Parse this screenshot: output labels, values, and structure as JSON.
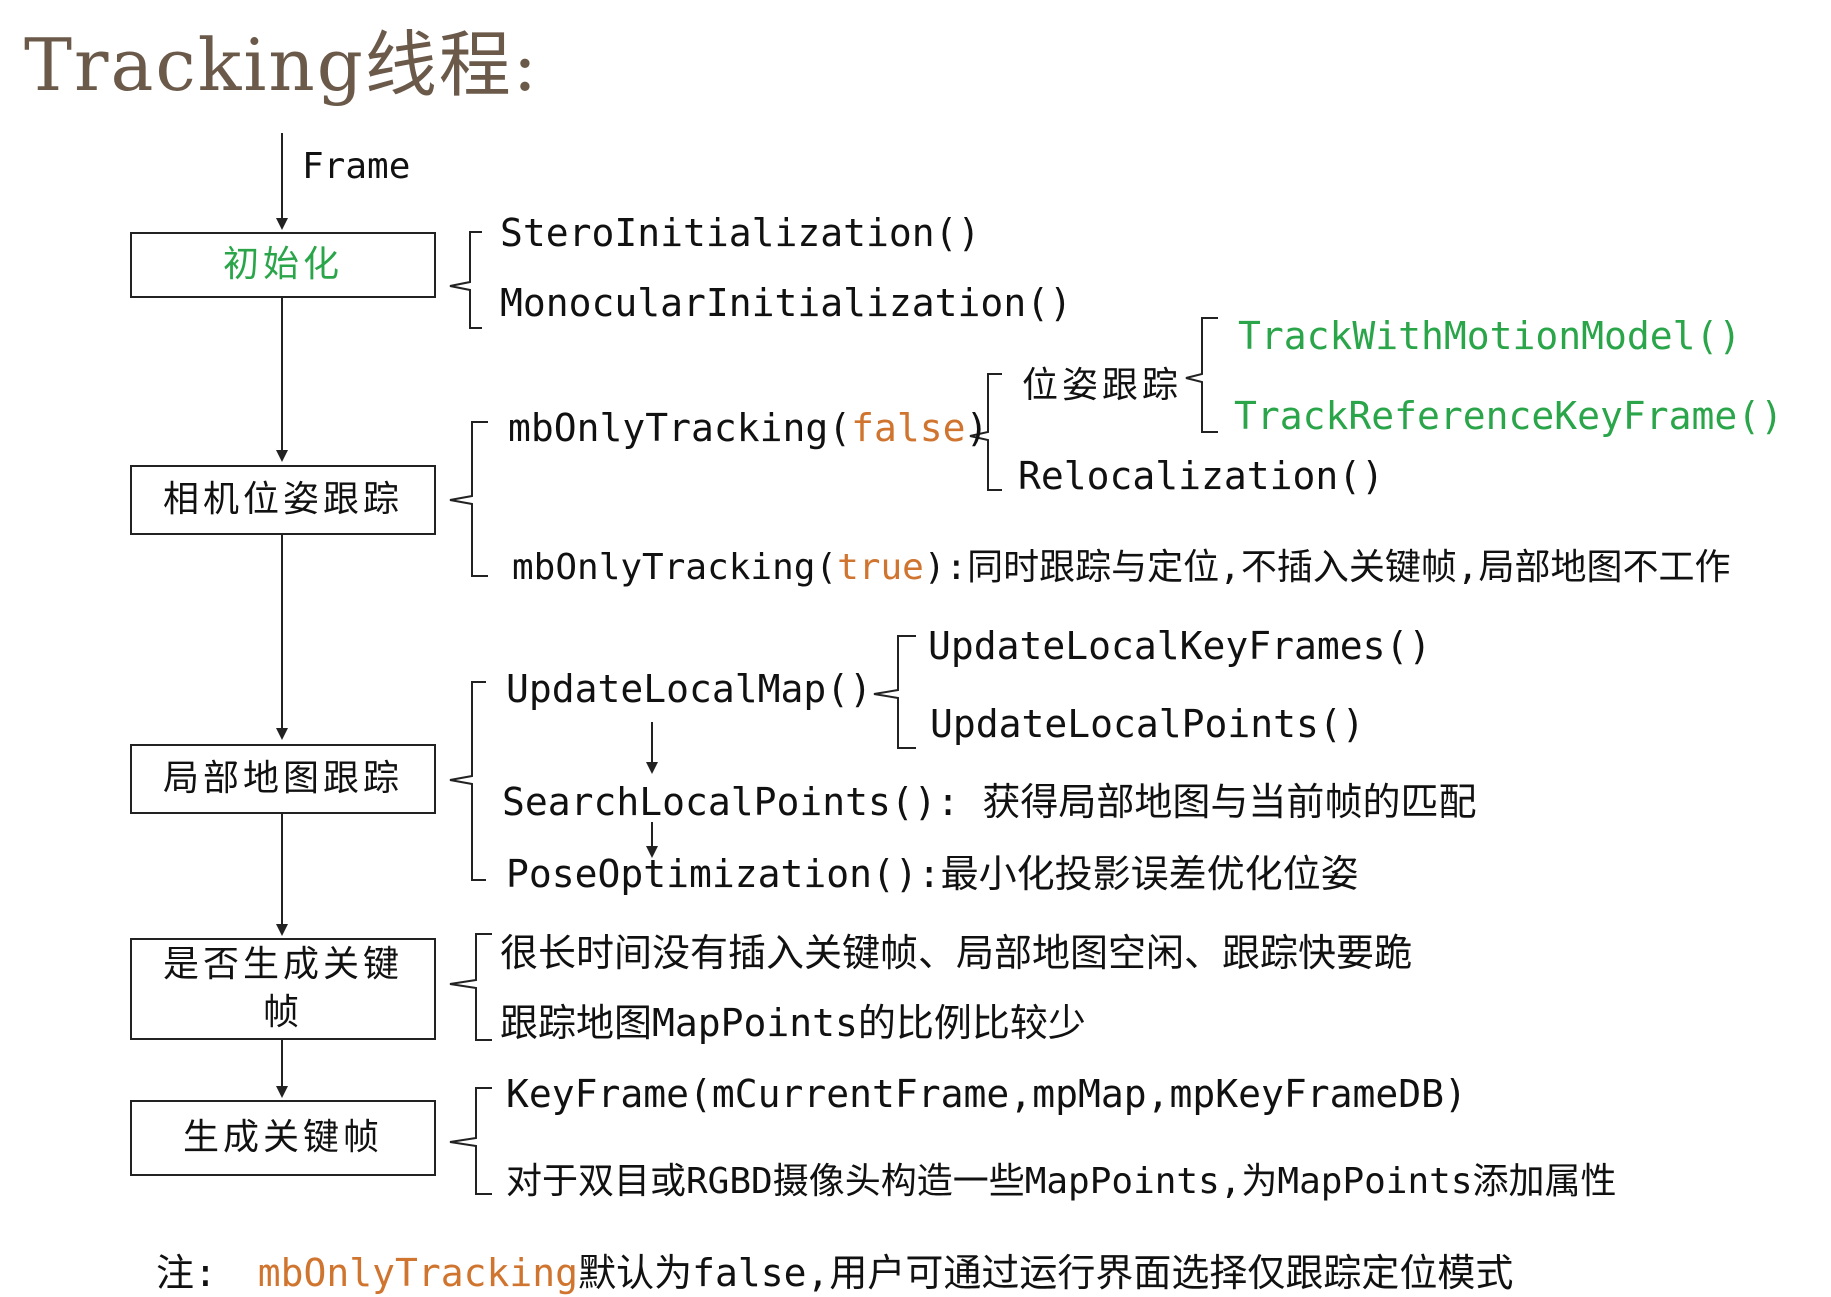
{
  "title": "Tracking线程:",
  "frame_label": "Frame",
  "colors": {
    "title": "#6b5a4a",
    "green": "#2aa54a",
    "orange": "#d0752f",
    "line": "#222222"
  },
  "boxes": {
    "init": "初始化",
    "camera_pose": "相机位姿跟踪",
    "local_map": "局部地图跟踪",
    "keyframe_decision": "是否生成关键帧",
    "create_keyframe": "生成关键帧"
  },
  "init_branch": {
    "stereo": "SteroInitialization()",
    "mono": "MonocularInitialization()"
  },
  "camera_branch": {
    "only_false_prefix": "mbOnlyTracking(",
    "only_false_value": "false",
    "only_false_suffix": ")",
    "pose_tracking": "位姿跟踪",
    "motion_model": "TrackWithMotionModel()",
    "reference_kf": "TrackReferenceKeyFrame()",
    "relocalization": "Relocalization()",
    "only_true_prefix": "mbOnlyTracking(",
    "only_true_value": "true",
    "only_true_suffix": "):同时跟踪与定位,不插入关键帧,局部地图不工作"
  },
  "local_map_branch": {
    "update_local_map": "UpdateLocalMap()",
    "update_keyframes": "UpdateLocalKeyFrames()",
    "update_points": "UpdateLocalPoints()",
    "search_points": "SearchLocalPoints(): 获得局部地图与当前帧的匹配",
    "pose_optimization": "PoseOptimization():最小化投影误差优化位姿"
  },
  "keyframe_decision_branch": {
    "cond1": "很长时间没有插入关键帧、局部地图空闲、跟踪快要跪",
    "cond2": "跟踪地图MapPoints的比例比较少"
  },
  "create_keyframe_branch": {
    "keyframe_ctor": "KeyFrame(mCurrentFrame,mpMap,mpKeyFrameDB)",
    "stereo_rgbd": "对于双目或RGBD摄像头构造一些MapPoints,为MapPoints添加属性"
  },
  "note": {
    "prefix": "注: ",
    "highlight": "mbOnlyTracking",
    "suffix": "默认为false,用户可通过运行界面选择仅跟踪定位模式"
  }
}
